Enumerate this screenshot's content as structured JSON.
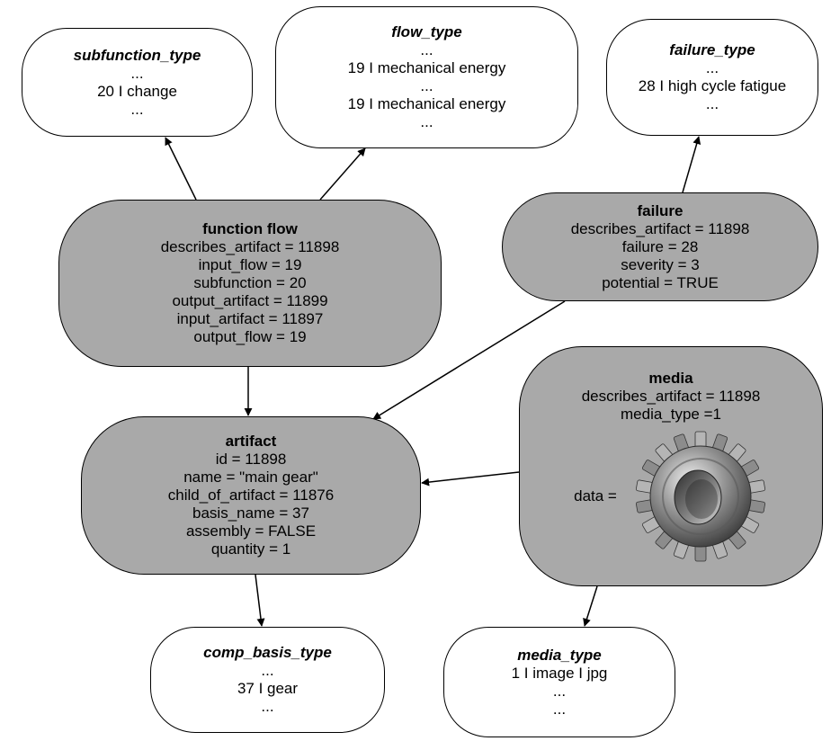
{
  "nodes": {
    "subfunction_type": {
      "title": "subfunction_type",
      "lines": [
        "...",
        "20  I change",
        "..."
      ]
    },
    "flow_type": {
      "title": "flow_type",
      "lines": [
        "...",
        "19  I  mechanical energy",
        "...",
        "19  I  mechanical energy",
        "..."
      ]
    },
    "failure_type": {
      "title": "failure_type",
      "lines": [
        "...",
        "28  I  high cycle fatigue",
        "..."
      ]
    },
    "function_flow": {
      "title": "function flow",
      "lines": [
        "describes_artifact = 11898",
        "input_flow = 19",
        "subfunction = 20",
        "output_artifact = 11899",
        "input_artifact = 11897",
        "output_flow = 19"
      ]
    },
    "failure": {
      "title": "failure",
      "lines": [
        "describes_artifact = 11898",
        "failure = 28",
        "severity = 3",
        "potential = TRUE"
      ]
    },
    "artifact": {
      "title": "artifact",
      "lines": [
        "id = 11898",
        "name = \"main gear\"",
        "child_of_artifact = 11876",
        "basis_name = 37",
        "assembly = FALSE",
        "quantity = 1"
      ]
    },
    "media": {
      "title": "media",
      "lines": [
        "describes_artifact = 11898",
        "media_type =1"
      ],
      "data_label": "data =",
      "image_icon": "gear-image"
    },
    "comp_basis_type": {
      "title": "comp_basis_type",
      "lines": [
        "...",
        "37  I  gear",
        "..."
      ]
    },
    "media_type": {
      "title": "media_type",
      "lines": [
        "1  I  image  I  jpg",
        "...",
        "..."
      ]
    }
  },
  "colors": {
    "entity_fill": "#a9a9a9",
    "type_fill": "#ffffff",
    "stroke": "#000000"
  }
}
